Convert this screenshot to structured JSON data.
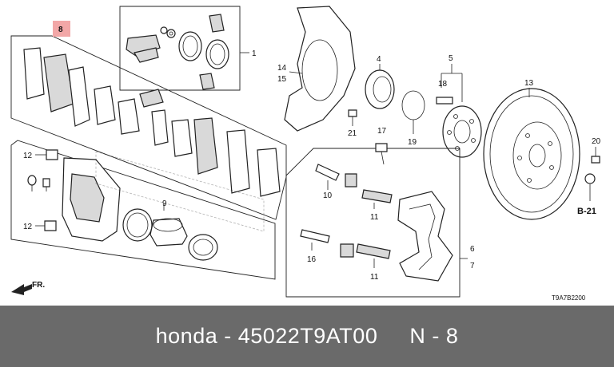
{
  "diagram": {
    "callouts": {
      "n1": "1",
      "n4": "4",
      "n5": "5",
      "n6": "6",
      "n7": "7",
      "n8": "8",
      "n9": "9",
      "n10": "10",
      "n11a": "11",
      "n11b": "11",
      "n12a": "12",
      "n12b": "12",
      "n13": "13",
      "n14": "14",
      "n15": "15",
      "n16": "16",
      "n17": "17",
      "n18": "18",
      "n19": "19",
      "n20": "20",
      "n21": "21"
    },
    "front_indicator": "FR.",
    "reference": "B-21",
    "drawing_code": "T9A7B2200",
    "highlight_color": "#f2a7a7"
  },
  "footer": {
    "text": "honda - 45022T9AT00     N - 8",
    "background": "#6a6a6a",
    "text_color": "#ffffff"
  }
}
